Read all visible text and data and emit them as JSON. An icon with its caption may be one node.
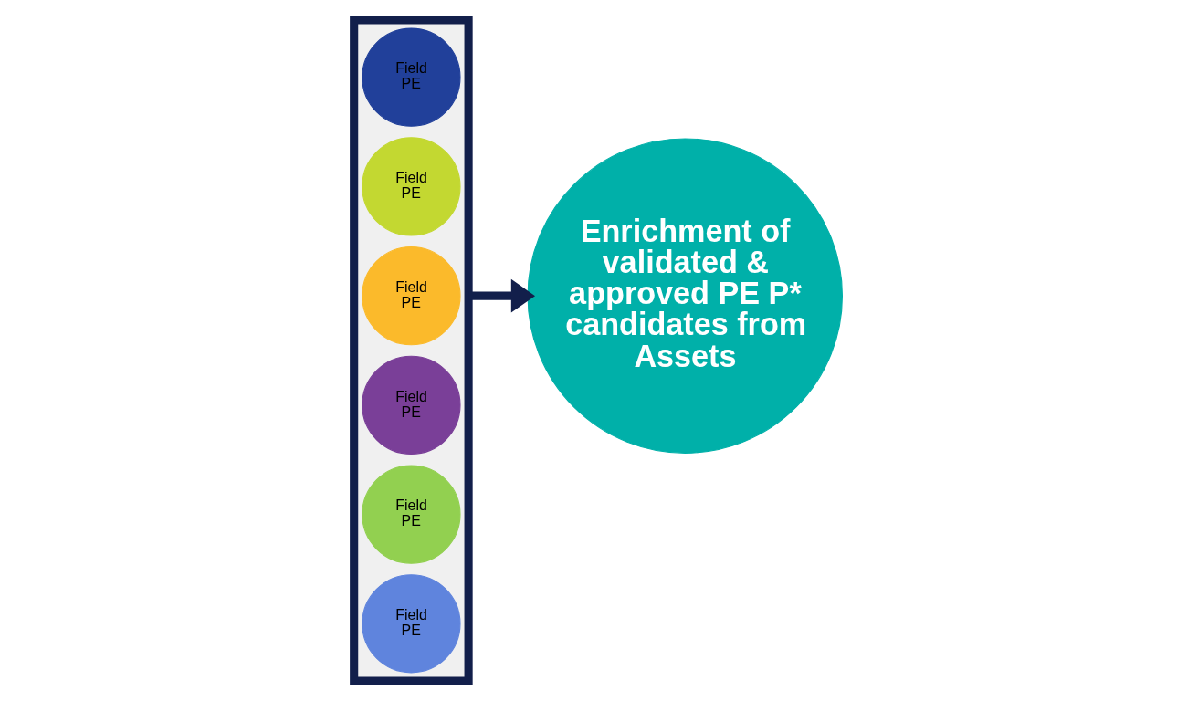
{
  "diagram": {
    "nodes": [
      {
        "text": [],
        "shape": "funnel"
      },
      {
        "text": [
          "Field PE"
        ],
        "in": 0
      },
      {
        "text": [
          "Field PE"
        ],
        "in": 0
      },
      {
        "text": [
          "Field PE"
        ],
        "in": 0
      },
      {
        "text": [
          "Field PE"
        ],
        "in": 0
      },
      {
        "text": [
          "Field PE"
        ],
        "in": 0
      },
      {
        "text": [
          "Field PE"
        ],
        "in": 0
      },
      {
        "text": [
          "Enrichment of validated & approved PE P* candidates from Assets"
        ]
      }
    ],
    "edges": [
      {
        "from": 0,
        "to": 7,
        "arrow": "to"
      }
    ]
  }
}
